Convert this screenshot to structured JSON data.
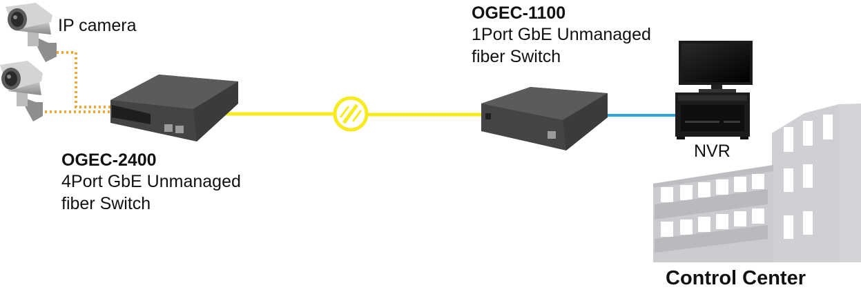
{
  "labels": {
    "ip_camera": "IP camera",
    "switch_a": {
      "name": "OGEC-2400",
      "desc_line1": "4Port GbE Unmanaged",
      "desc_line2": "fiber Switch"
    },
    "switch_b": {
      "name": "OGEC-1100",
      "desc_line1": "1Port GbE Unmanaged",
      "desc_line2": "fiber Switch"
    },
    "nvr": "NVR",
    "control_center": "Control Center"
  },
  "colors": {
    "ethernet_dotted": "#f0a830",
    "fiber": "#f7ea1f",
    "ethernet_solid": "#2ea4dd",
    "device_body": "#4a4a4c",
    "device_top": "#5b5b5d",
    "building": "#d2d3d6"
  },
  "icons": [
    "ip-camera-icon",
    "fiber-link-icon",
    "switch-icon",
    "nvr-icon",
    "monitor-icon",
    "building-icon"
  ]
}
